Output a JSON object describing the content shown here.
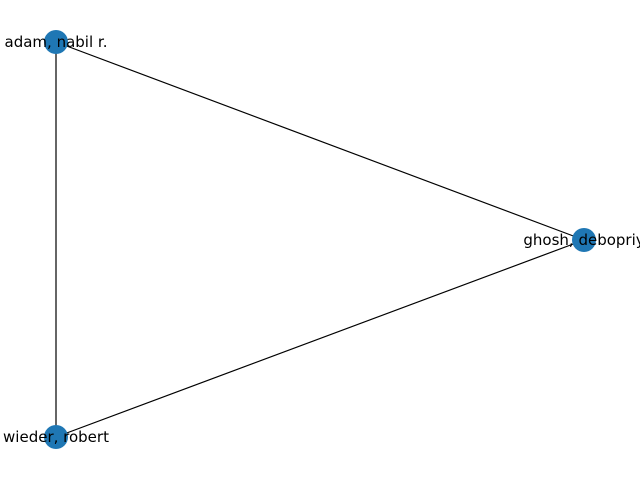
{
  "graph": {
    "node_color": "#1f77b4",
    "edge_color": "#000000",
    "nodes": [
      {
        "id": "adam",
        "label": "adam, nabil r."
      },
      {
        "id": "ghosh",
        "label": "ghosh, debopriy"
      },
      {
        "id": "wieder",
        "label": "wieder, robert"
      }
    ],
    "edges": [
      {
        "source": "adam",
        "target": "ghosh"
      },
      {
        "source": "adam",
        "target": "wieder"
      },
      {
        "source": "ghosh",
        "target": "wieder"
      }
    ]
  }
}
